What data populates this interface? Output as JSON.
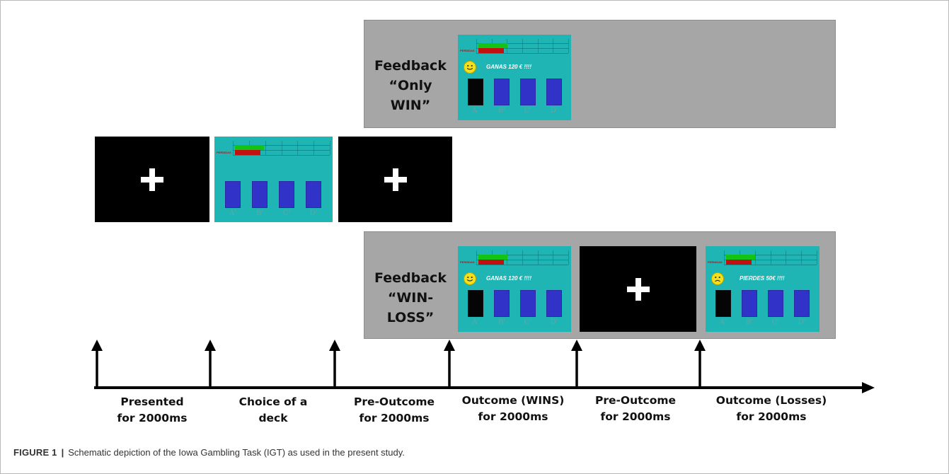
{
  "feedback_only_win": {
    "label_line1": "Feedback",
    "label_line2": "“Only WIN”"
  },
  "feedback_win_loss": {
    "label_line1": "Feedback",
    "label_line2": "“WIN-LOSS”"
  },
  "game_screen": {
    "loss_row_label": "PERDIDAS",
    "decks": [
      "A'",
      "B'",
      "C'",
      "D'"
    ],
    "win_message": "GANAS 120 € !!!!",
    "loss_message": "PIERDES 50€ !!!!"
  },
  "timeline": {
    "labels": [
      "Presented\nfor 2000ms",
      "Choice of a\ndeck",
      "Pre-Outcome\nfor 2000ms",
      "Outcome (WINS)\nfor 2000ms",
      "Pre-Outcome\nfor 2000ms",
      "Outcome (Losses)\nfor 2000ms"
    ]
  },
  "caption": {
    "figure_label": "FIGURE 1",
    "separator": "|",
    "text": "Schematic depiction of the Iowa Gambling Task (IGT) as used in the present study."
  },
  "colors": {
    "panel_gray": "#a6a6a6",
    "screen_teal": "#1fb5b5",
    "deck_blue": "#3132c8",
    "win_green": "#14c414",
    "loss_red": "#c01010",
    "smiley_yellow": "#f4e11c"
  }
}
